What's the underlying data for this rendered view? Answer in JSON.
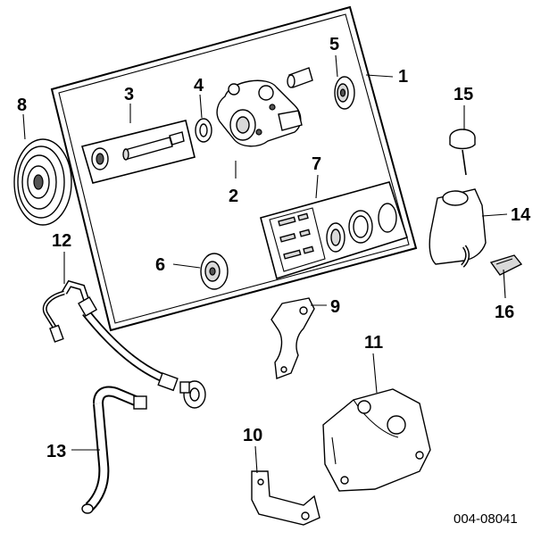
{
  "figure_id": "004-08041",
  "callouts": {
    "c1": "1",
    "c2": "2",
    "c3": "3",
    "c4": "4",
    "c5": "5",
    "c6": "6",
    "c7": "7",
    "c8": "8",
    "c9": "9",
    "c10": "10",
    "c11": "11",
    "c12": "12",
    "c13": "13",
    "c14": "14",
    "c15": "15",
    "c16": "16"
  }
}
